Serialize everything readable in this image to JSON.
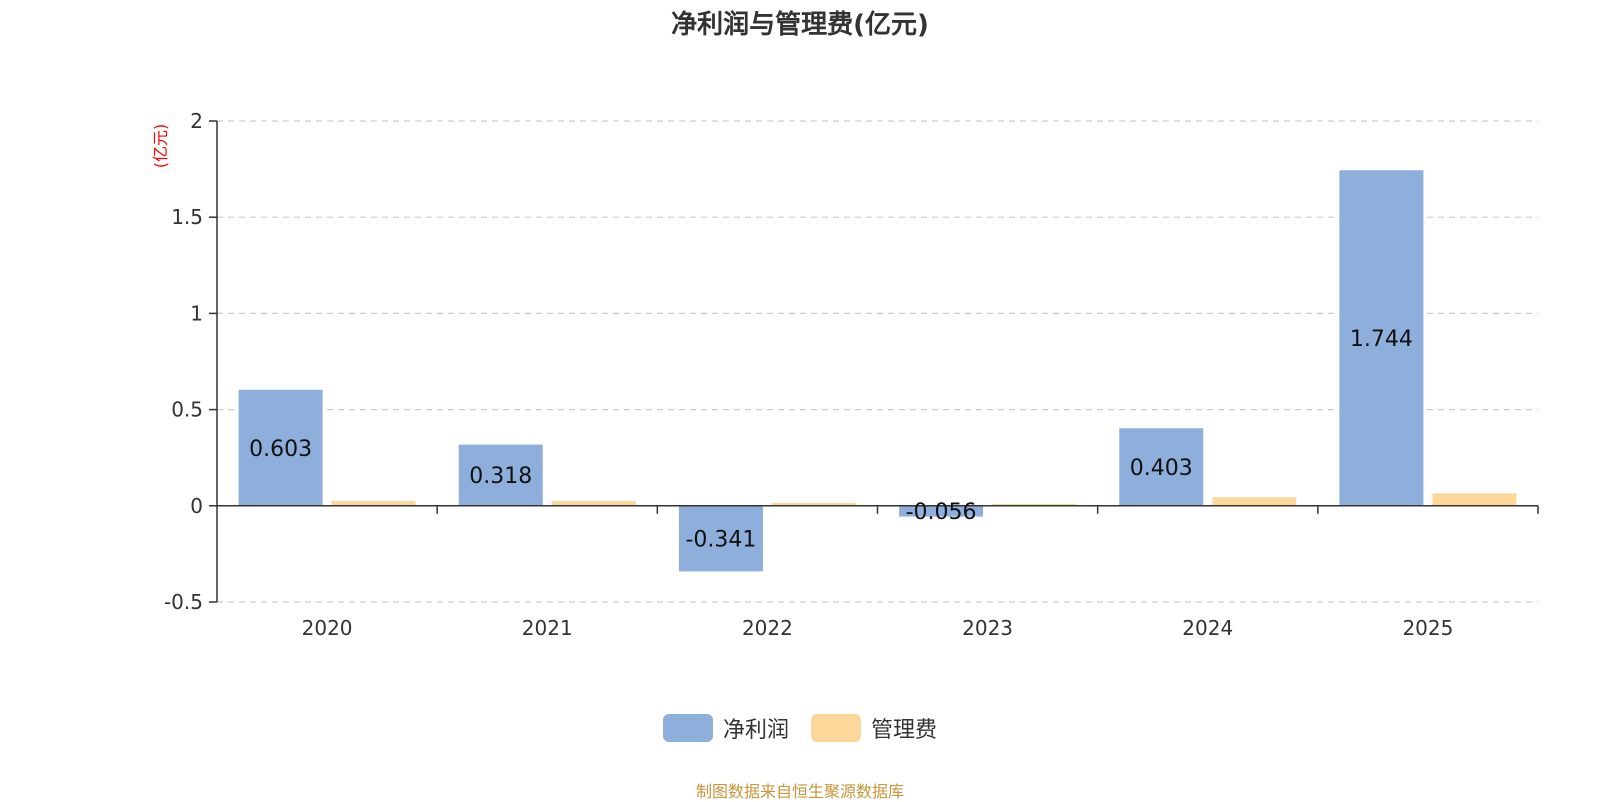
{
  "chart_data": {
    "type": "bar",
    "title": "净利润与管理费(亿元)",
    "ylabel": "(亿元)",
    "categories": [
      "2020",
      "2021",
      "2022",
      "2023",
      "2024",
      "2025"
    ],
    "series": [
      {
        "name": "净利润",
        "values": [
          0.603,
          0.318,
          -0.341,
          -0.056,
          0.403,
          1.744
        ],
        "color": "#8eaedc",
        "labels": [
          "0.603",
          "0.318",
          "-0.341",
          "-0.056",
          "0.403",
          "1.744"
        ]
      },
      {
        "name": "管理费",
        "values": [
          0.025,
          0.025,
          0.015,
          0.01,
          0.045,
          0.065
        ],
        "color": "#fdd89a"
      }
    ],
    "ylim": [
      -0.5,
      2
    ],
    "yticks": [
      "-0.5",
      "0",
      "0.5",
      "1",
      "1.5",
      "2"
    ],
    "grid": true,
    "legend": "bottom-center"
  },
  "footer": {
    "source": "制图数据来自恒生聚源数据库",
    "source_color": "#c8963c"
  },
  "colors": {
    "ylabel": "#ff0000",
    "axis": "#333333",
    "grid": "#cccccc"
  }
}
